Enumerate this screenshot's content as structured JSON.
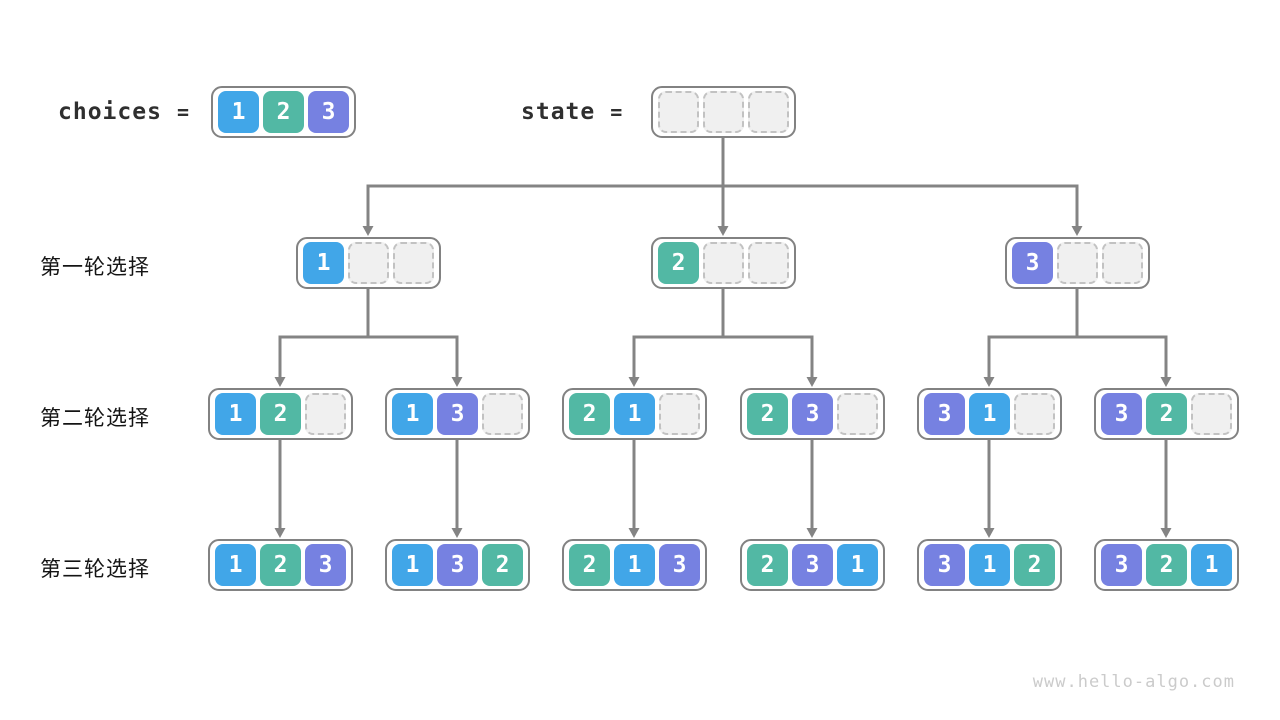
{
  "value_colors": {
    "1": "#41A6E8",
    "2": "#52B8A4",
    "3": "#7681E1"
  },
  "style": {
    "connector_color": "#848484",
    "empty_cell_bg": "#f0f0f0",
    "box_border": "#828282"
  },
  "header": {
    "choices_label": "choices",
    "equals": "=",
    "state_label": "state",
    "choices": [
      "1",
      "2",
      "3"
    ],
    "state": [
      "",
      "",
      ""
    ]
  },
  "rows": [
    {
      "label": "第一轮选择",
      "states": [
        [
          "1",
          "",
          ""
        ],
        [
          "2",
          "",
          ""
        ],
        [
          "3",
          "",
          ""
        ]
      ]
    },
    {
      "label": "第二轮选择",
      "states": [
        [
          "1",
          "2",
          ""
        ],
        [
          "1",
          "3",
          ""
        ],
        [
          "2",
          "1",
          ""
        ],
        [
          "2",
          "3",
          ""
        ],
        [
          "3",
          "1",
          ""
        ],
        [
          "3",
          "2",
          ""
        ]
      ]
    },
    {
      "label": "第三轮选择",
      "states": [
        [
          "1",
          "2",
          "3"
        ],
        [
          "1",
          "3",
          "2"
        ],
        [
          "2",
          "1",
          "3"
        ],
        [
          "2",
          "3",
          "1"
        ],
        [
          "3",
          "1",
          "2"
        ],
        [
          "3",
          "2",
          "1"
        ]
      ]
    }
  ],
  "watermark": "www.hello-algo.com"
}
